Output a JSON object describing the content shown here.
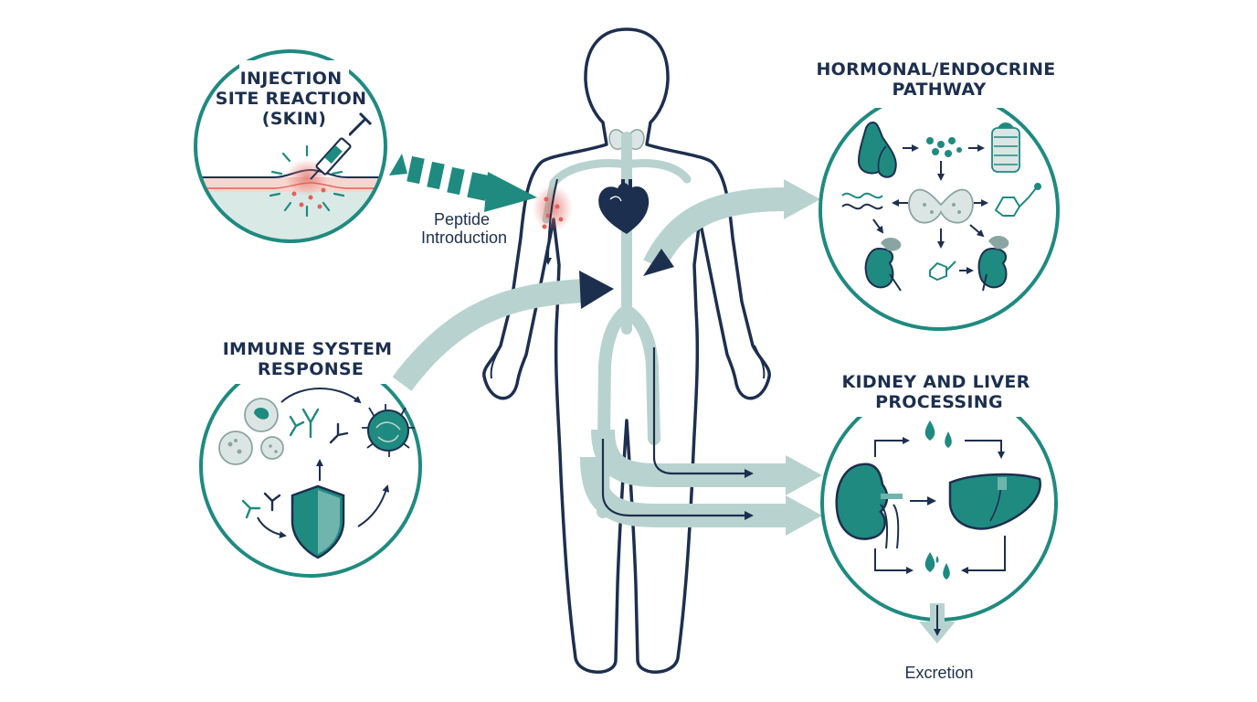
{
  "panels": {
    "injection": {
      "title_lines": [
        "INJECTION",
        "SITE REACTION",
        "(SKIN)"
      ]
    },
    "hormonal": {
      "title_lines": [
        "HORMONAL/ENDOCRINE",
        "PATHWAY"
      ]
    },
    "immune": {
      "title_lines": [
        "IMMUNE SYSTEM",
        "RESPONSE"
      ]
    },
    "kidney": {
      "title_lines": [
        "KIDNEY AND LIVER",
        "PROCESSING"
      ]
    }
  },
  "captions": {
    "peptide_lines": [
      "Peptide",
      "Introduction"
    ],
    "excretion": "Excretion"
  },
  "colors": {
    "teal": "#1f8a80",
    "dark_teal": "#196e68",
    "navy": "#1d2f4f",
    "pale_teal": "#b8d3cf",
    "blush": "#f7d6cf",
    "red_dots": "#e0625a"
  }
}
